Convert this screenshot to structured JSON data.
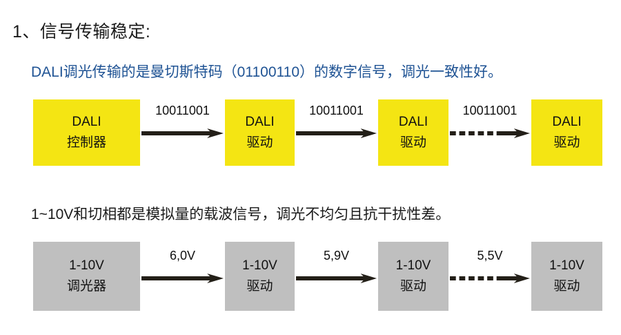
{
  "slide": {
    "section_title": "1、信号传输稳定:",
    "dali_paragraph": "DALI调光传输的是曼切斯特码（01100110）的数字信号，调光一致性好。",
    "analog_paragraph": "1~10V和切相都是模拟量的载波信号，调光不均匀且抗干扰性差。"
  },
  "colors": {
    "dali_node_fill": "#f4e513",
    "analog_node_fill": "#bfbfbf",
    "blue_text": "#1f5394",
    "body_text": "#1a1a1a",
    "arrow": "#231f18",
    "background": "#ffffff"
  },
  "dali_flow": {
    "nodes": [
      {
        "line1": "DALI",
        "line2": "控制器"
      },
      {
        "line1": "DALI",
        "line2": "驱动"
      },
      {
        "line1": "DALI",
        "line2": "驱动"
      },
      {
        "line1": "DALI",
        "line2": "驱动"
      }
    ],
    "connectors": [
      {
        "label": "10011001",
        "style": "solid"
      },
      {
        "label": "10011001",
        "style": "solid"
      },
      {
        "label": "10011001",
        "style": "dashed"
      }
    ]
  },
  "analog_flow": {
    "nodes": [
      {
        "line1": "1-10V",
        "line2": "调光器"
      },
      {
        "line1": "1-10V",
        "line2": "驱动"
      },
      {
        "line1": "1-10V",
        "line2": "驱动"
      },
      {
        "line1": "1-10V",
        "line2": "驱动"
      }
    ],
    "connectors": [
      {
        "label": "6,0V",
        "style": "solid"
      },
      {
        "label": "5,9V",
        "style": "solid"
      },
      {
        "label": "5,5V",
        "style": "dashed"
      }
    ]
  }
}
